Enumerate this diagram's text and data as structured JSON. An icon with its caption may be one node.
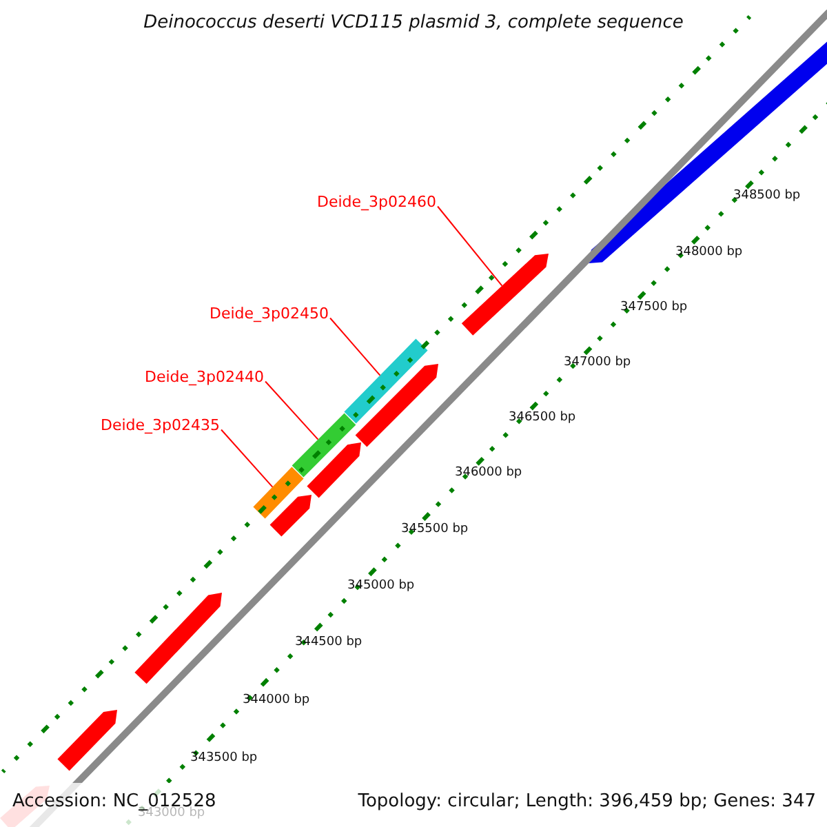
{
  "diagram": {
    "title": "Deinococcus deserti VCD115 plasmid 3, complete sequence",
    "nodes": [
      {
        "text": [
          "Deide_3p02460"
        ]
      },
      {
        "text": [
          "Deide_3p02450"
        ]
      },
      {
        "text": [
          "Deide_3p02440"
        ]
      },
      {
        "text": [
          "Deide_3p02435"
        ]
      },
      {
        "text": [],
        "shape": "arrow"
      },
      {
        "text": [],
        "shape": "bar"
      },
      {
        "text": [],
        "shape": "bar"
      },
      {
        "text": [],
        "shape": "bar"
      },
      {
        "text": [],
        "shape": "arrow"
      },
      {
        "text": [],
        "shape": "arrow"
      },
      {
        "text": [],
        "shape": "arrow"
      },
      {
        "text": [],
        "shape": "arrow"
      },
      {
        "text": [],
        "shape": "arrow"
      },
      {
        "text": [],
        "shape": "arrow"
      },
      {
        "text": [],
        "shape": "arrow"
      }
    ],
    "edges": [
      {
        "from": 0,
        "to": 4,
        "arrow": "none"
      },
      {
        "from": 1,
        "to": 5,
        "arrow": "none"
      },
      {
        "from": 2,
        "to": 6,
        "arrow": "none"
      },
      {
        "from": 3,
        "to": 7,
        "arrow": "none"
      }
    ],
    "labels": [
      "348500 bp",
      "348000 bp",
      "347500 bp",
      "347000 bp",
      "346500 bp",
      "346000 bp",
      "345500 bp",
      "345000 bp",
      "344500 bp",
      "344000 bp",
      "343500 bp",
      "343000 bp",
      "Accession: NC_012528",
      "Topology: circular; Length: 396,459 bp; Genes: 347"
    ]
  }
}
